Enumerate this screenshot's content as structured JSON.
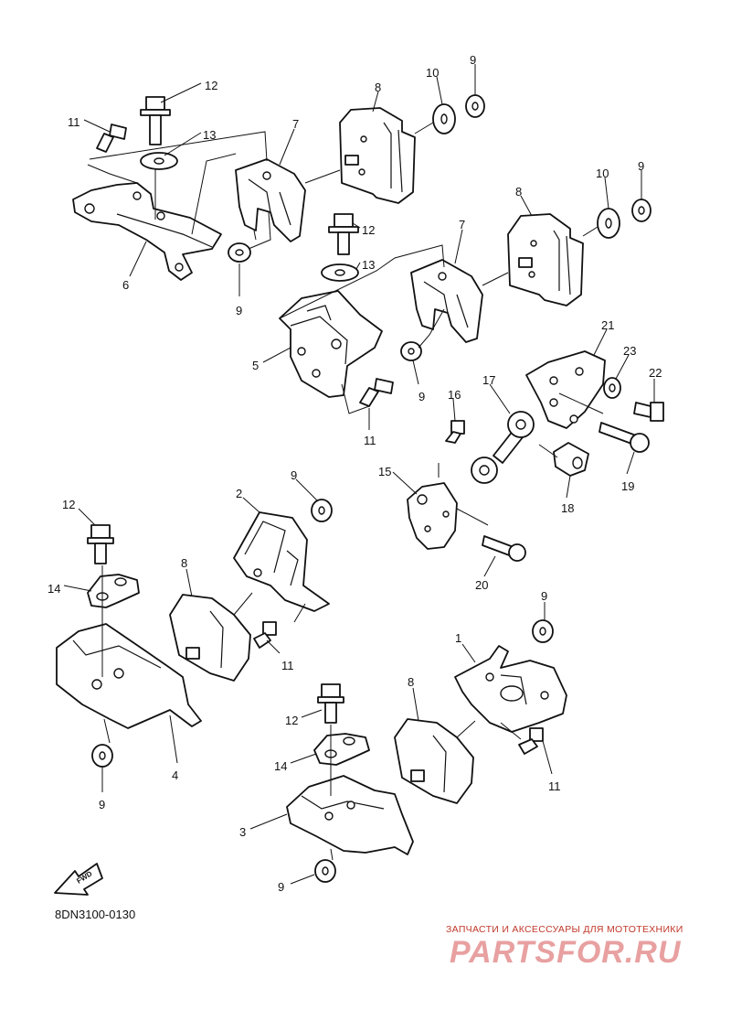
{
  "diagram": {
    "drawing_code": "8DN3100-0130",
    "fwd_label": "FWD",
    "callouts": [
      {
        "id": "c12a",
        "label": "12"
      },
      {
        "id": "c11a",
        "label": "11"
      },
      {
        "id": "c13a",
        "label": "13"
      },
      {
        "id": "c6",
        "label": "6"
      },
      {
        "id": "c9a",
        "label": "9"
      },
      {
        "id": "c7a",
        "label": "7"
      },
      {
        "id": "c8a",
        "label": "8"
      },
      {
        "id": "c10a",
        "label": "10"
      },
      {
        "id": "c9b",
        "label": "9"
      },
      {
        "id": "c8b",
        "label": "8"
      },
      {
        "id": "c10b",
        "label": "10"
      },
      {
        "id": "c9c",
        "label": "9"
      },
      {
        "id": "c12b",
        "label": "12"
      },
      {
        "id": "c13b",
        "label": "13"
      },
      {
        "id": "c7b",
        "label": "7"
      },
      {
        "id": "c5",
        "label": "5"
      },
      {
        "id": "c9d",
        "label": "9"
      },
      {
        "id": "c11b",
        "label": "11"
      },
      {
        "id": "c21",
        "label": "21"
      },
      {
        "id": "c23",
        "label": "23"
      },
      {
        "id": "c22",
        "label": "22"
      },
      {
        "id": "c17",
        "label": "17"
      },
      {
        "id": "c16",
        "label": "16"
      },
      {
        "id": "c19",
        "label": "19"
      },
      {
        "id": "c15",
        "label": "15"
      },
      {
        "id": "c18",
        "label": "18"
      },
      {
        "id": "c20",
        "label": "20"
      },
      {
        "id": "c9e",
        "label": "9"
      },
      {
        "id": "c2",
        "label": "2"
      },
      {
        "id": "c12c",
        "label": "12"
      },
      {
        "id": "c8c",
        "label": "8"
      },
      {
        "id": "c14a",
        "label": "14"
      },
      {
        "id": "c11c",
        "label": "11"
      },
      {
        "id": "c4",
        "label": "4"
      },
      {
        "id": "c9f",
        "label": "9"
      },
      {
        "id": "c9g",
        "label": "9"
      },
      {
        "id": "c1",
        "label": "1"
      },
      {
        "id": "c8d",
        "label": "8"
      },
      {
        "id": "c12d",
        "label": "12"
      },
      {
        "id": "c14b",
        "label": "14"
      },
      {
        "id": "c11d",
        "label": "11"
      },
      {
        "id": "c3",
        "label": "3"
      },
      {
        "id": "c9h",
        "label": "9"
      }
    ]
  },
  "watermark": {
    "tagline": "ЗАПЧАСТИ И АКСЕССУАРЫ ДЛЯ МОТОТЕХНИКИ",
    "brand": "PARTSFOR.RU",
    "color": "#c0392b"
  }
}
